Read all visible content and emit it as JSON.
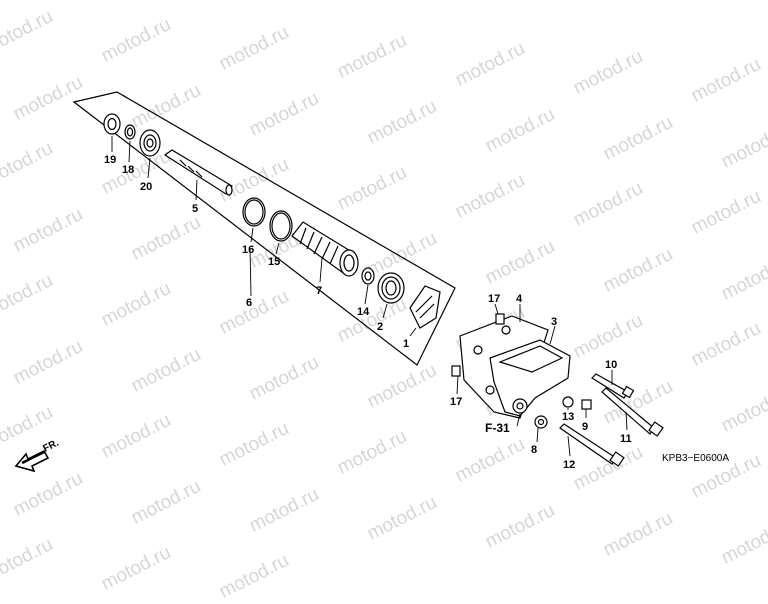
{
  "watermark": "motod.ru",
  "diagram_code": "KPB3−E0600A",
  "direction_label": "FR.",
  "ref_label": "F-31",
  "parts": {
    "p1": "1",
    "p2": "2",
    "p3": "3",
    "p4": "4",
    "p5": "5",
    "p6": "6",
    "p7": "7",
    "p8": "8",
    "p9": "9",
    "p10": "10",
    "p11": "11",
    "p12": "12",
    "p13": "13",
    "p14": "14",
    "p15": "15",
    "p16": "16",
    "p17a": "17",
    "p17b": "17",
    "p18": "18",
    "p19": "19",
    "p20": "20"
  }
}
